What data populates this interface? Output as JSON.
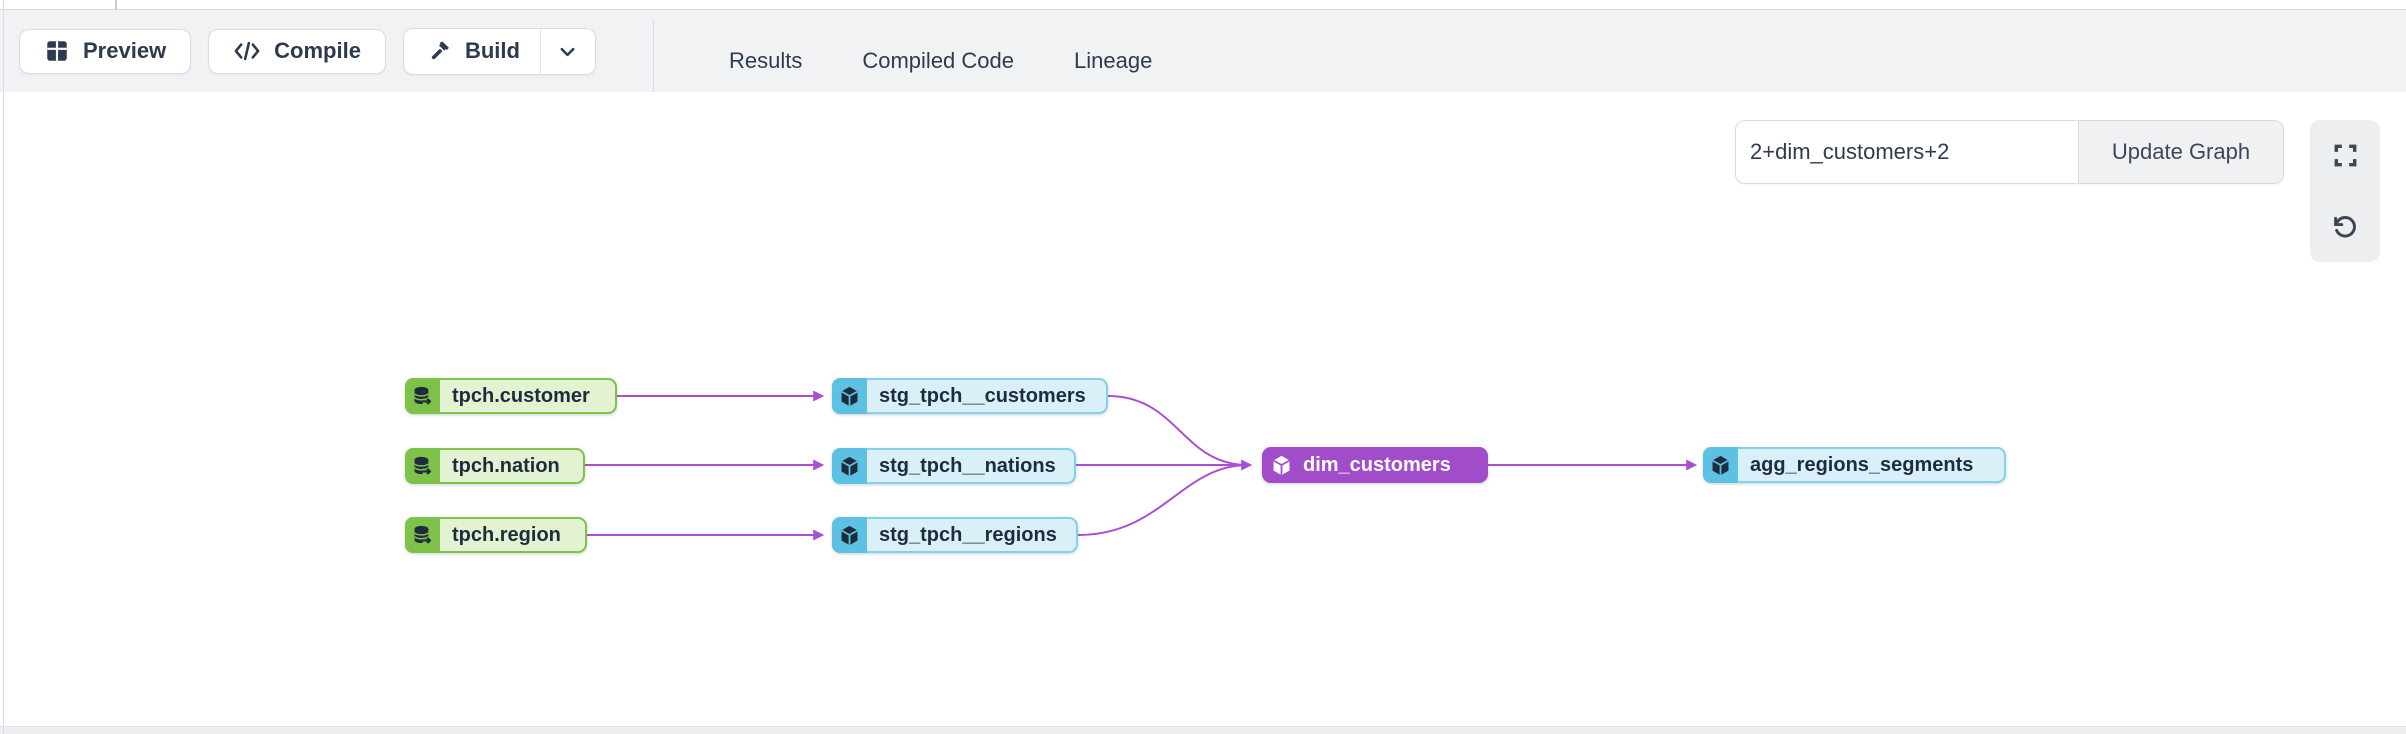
{
  "toolbar": {
    "preview_label": "Preview",
    "compile_label": "Compile",
    "build_label": "Build",
    "tabs": [
      {
        "label": "Results",
        "active": false
      },
      {
        "label": "Compiled Code",
        "active": false
      },
      {
        "label": "Lineage",
        "active": true
      }
    ]
  },
  "lineage": {
    "selector_value": "2+dim_customers+2",
    "update_button_label": "Update Graph",
    "icons": {
      "fullscreen": "fullscreen-icon",
      "reset": "rotate-ccw-icon",
      "source_node": "database-arrow-icon",
      "model_node": "cube-icon"
    },
    "colors": {
      "edge": "#aa4fd2",
      "source_accent": "#7ec24a",
      "source_body": "#e3f3d2",
      "model_accent": "#5cc1e2",
      "model_body": "#d9f0f9",
      "selected_accent": "#a14dc9",
      "node_text": "#1f2c3d",
      "active_tab_underline": "#98a0ab"
    },
    "nodes": [
      {
        "id": "tpch.customer",
        "label": "tpch.customer",
        "type": "source"
      },
      {
        "id": "tpch.nation",
        "label": "tpch.nation",
        "type": "source"
      },
      {
        "id": "tpch.region",
        "label": "tpch.region",
        "type": "source"
      },
      {
        "id": "stg_tpch__customers",
        "label": "stg_tpch__customers",
        "type": "model"
      },
      {
        "id": "stg_tpch__nations",
        "label": "stg_tpch__nations",
        "type": "model"
      },
      {
        "id": "stg_tpch__regions",
        "label": "stg_tpch__regions",
        "type": "model"
      },
      {
        "id": "dim_customers",
        "label": "dim_customers",
        "type": "model-selected"
      },
      {
        "id": "agg_regions_segments",
        "label": "agg_regions_segments",
        "type": "model"
      }
    ],
    "edges": [
      {
        "from": "tpch.customer",
        "to": "stg_tpch__customers"
      },
      {
        "from": "tpch.nation",
        "to": "stg_tpch__nations"
      },
      {
        "from": "tpch.region",
        "to": "stg_tpch__regions"
      },
      {
        "from": "stg_tpch__customers",
        "to": "dim_customers"
      },
      {
        "from": "stg_tpch__nations",
        "to": "dim_customers"
      },
      {
        "from": "stg_tpch__regions",
        "to": "dim_customers"
      },
      {
        "from": "dim_customers",
        "to": "agg_regions_segments"
      }
    ]
  }
}
